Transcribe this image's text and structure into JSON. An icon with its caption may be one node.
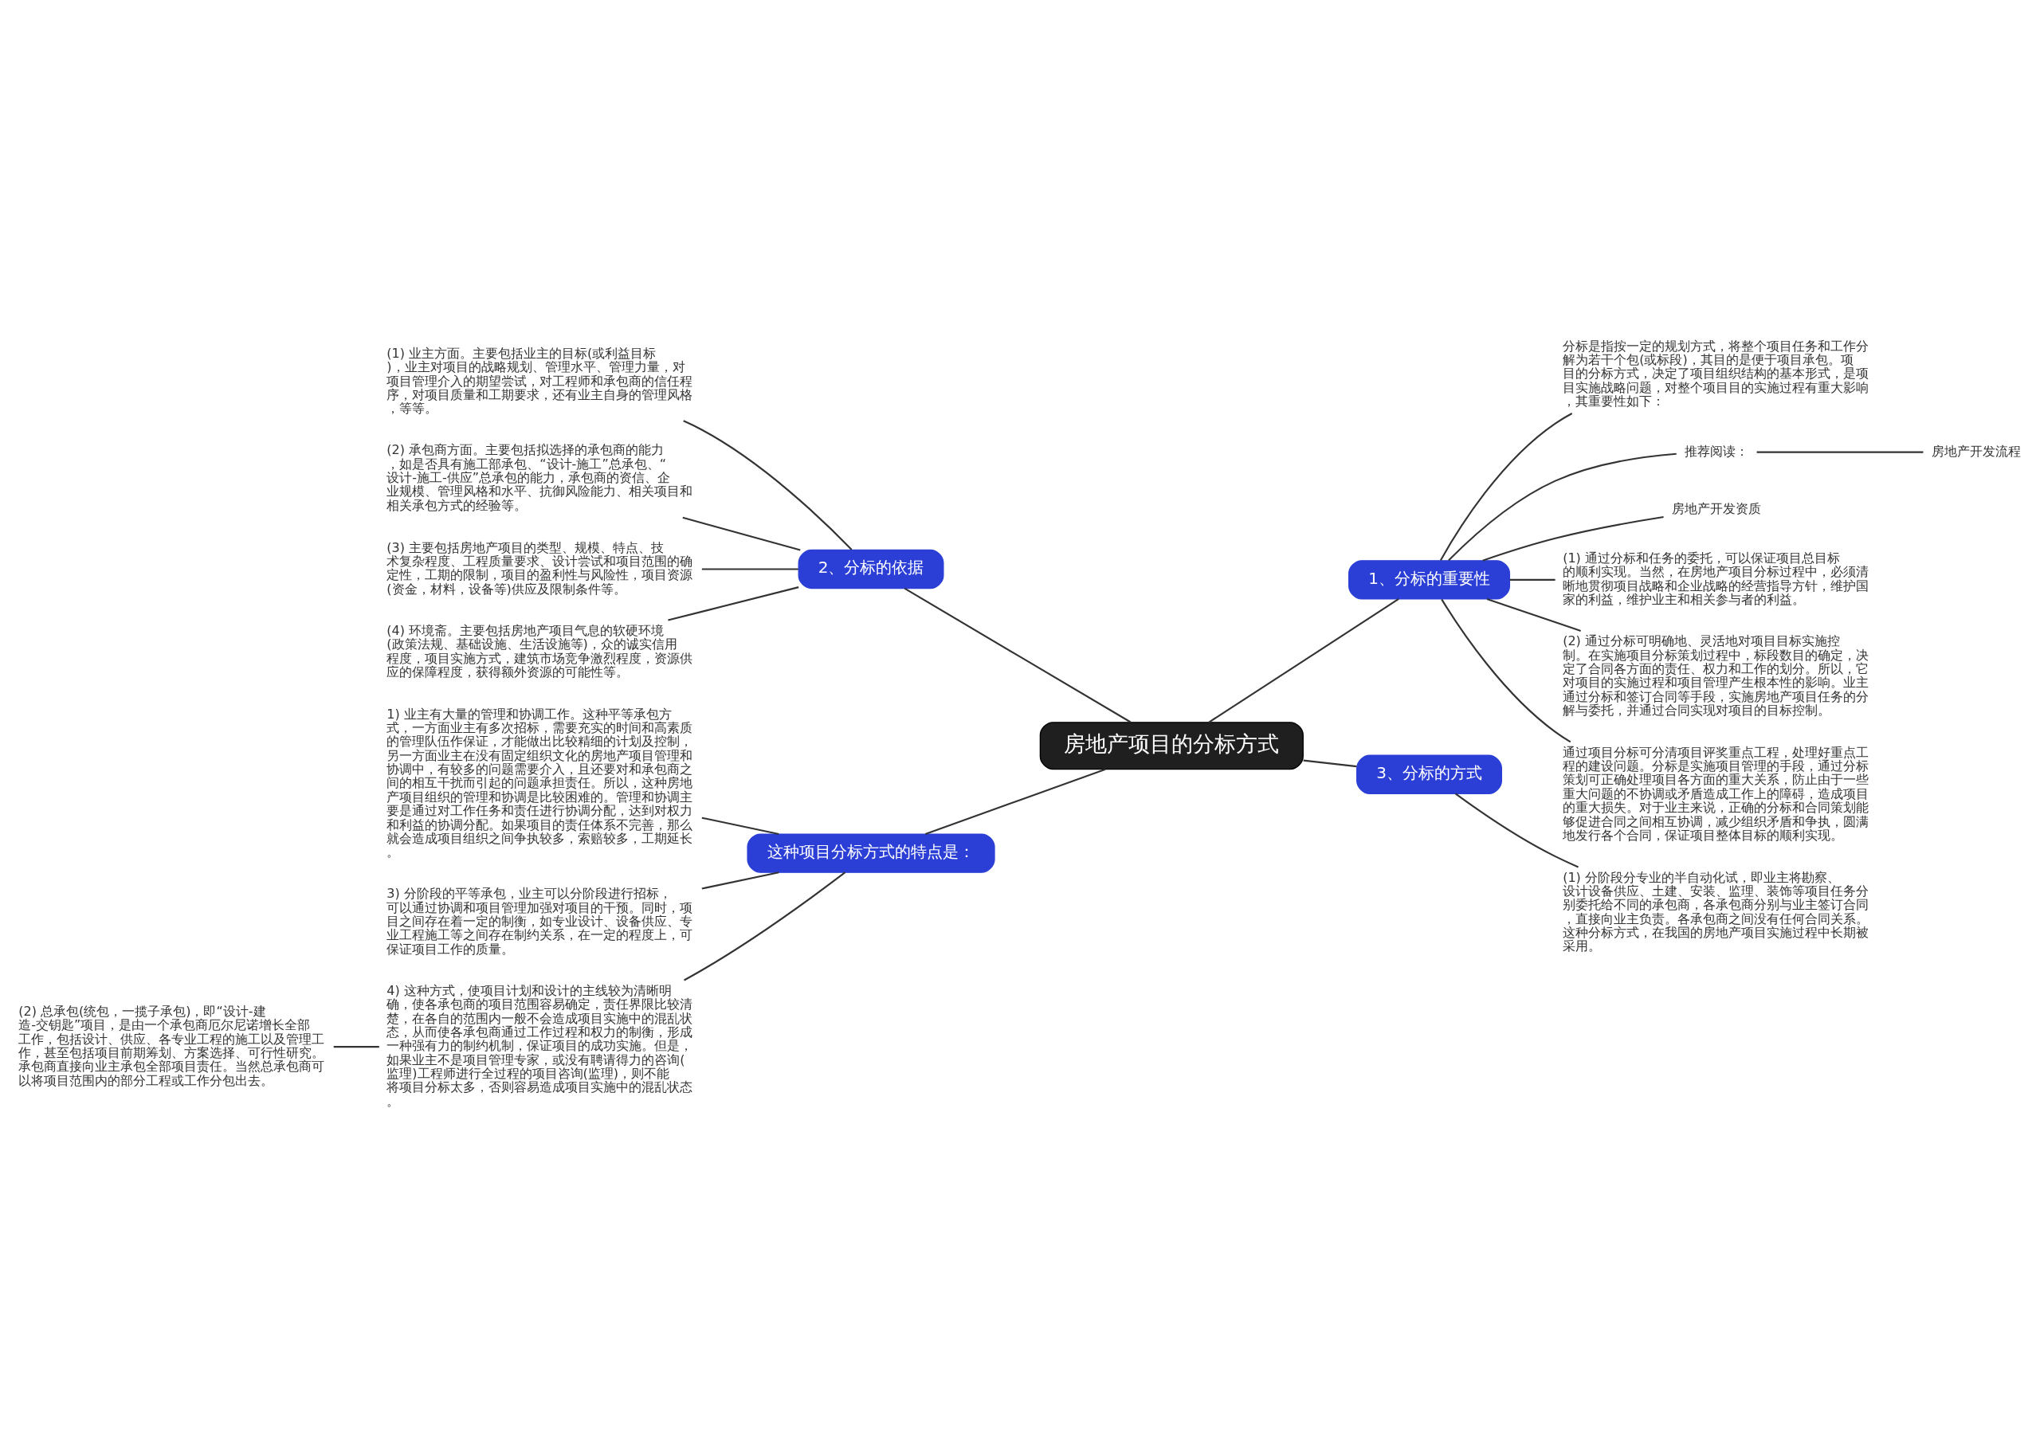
{
  "diagram": {
    "nodes": [
      {
        "text": [
          "房地产项目的分标方式"
        ]
      },
      {
        "text": [
          "1、分标的重要性"
        ]
      },
      {
        "text": [
          "分标是指按一定的规划方式，将整个项目任务和工作分解为若干个包(或标段)，其目的是便于项目承包。项目的分标方式，决定了项目组织结构的基本形式，是项目实施战略问题，对整个项目目的实施过程有重大影响，其重要性如下："
        ]
      },
      {
        "text": [
          "推荐阅读："
        ]
      },
      {
        "text": [
          "房地产开发流程"
        ]
      },
      {
        "text": [
          "房地产开发资质"
        ]
      },
      {
        "text": [
          "(1) 通过分标和任务的委托，可以保证项目总目标的顺利实现。当然，在房地产项目分标过程中，必须清晰地贯彻项目战略和企业战略的经营指导方针，维护国家的利益，维护业主和相关参与者的利益。"
        ]
      },
      {
        "text": [
          "(2) 通过分标可明确地、灵活地对项目目标实施控制。在实施项目分标策划过程中，标段数目的确定，决定了合同各方面的责任、权力和工作的划分。所以，它对项目的实施过程和项目管理产生根本性的影响。业主通过分标和签订合同等手段，实施房地产项目任务的分解与委托，并通过合同实现对项目的目标控制。"
        ]
      },
      {
        "text": [
          "通过项目分标可分清项目评奖重点工程，处理好重点工程的建设问题。分标是实施项目管理的手段，通过分标策划可正确处理项目各方面的重大关系，防止由于一些重大问题的不协调或矛盾造成工作上的障碍，造成项目的重大损失。对于业主来说，正确的分标和合同策划能够促进合同之间相互协调，减少组织矛盾和争执，圆满地发行各个合同，保证项目整体目标的顺利实现。"
        ]
      },
      {
        "text": [
          "3、分标的方式"
        ]
      },
      {
        "text": [
          "(1) 分阶段分专业的半自动化试，即业主将勘察、设计设备供应、土建、安装、监理、装饰等项目任务分别委托给不同的承包商，各承包商分别与业主签订合同，直接向业主负责。各承包商之间没有任何合同关系。这种分标方式，在我国的房地产项目实施过程中长期被采用。"
        ]
      },
      {
        "text": [
          "2、分标的依据"
        ]
      },
      {
        "text": [
          "(1) 业主方面。主要包括业主的目标(或利益目标)，业主对项目的战略规划、管理水平、管理力量，对项目管理介入的期望尝试，对工程师和承包商的信任程序，对项目质量和工期要求，还有业主自身的管理风格，等等。"
        ]
      },
      {
        "text": [
          "(2) 承包商方面。主要包括拟选择的承包商的能力，如是否具有施工部承包、“设计-施工”总承包、“设计-施工-供应”总承包的能力，承包商的资信、企业规模、管理风格和水平、抗御风险能力、相关项目和相关承包方式的经验等。"
        ]
      },
      {
        "text": [
          "(3) 主要包括房地产项目的类型、规模、特点、技术复杂程度、工程质量要求、设计尝试和项目范围的确定性，工期的限制，项目的盈利性与风险性，项目资源(资金，材料，设备等)供应及限制条件等。"
        ]
      },
      {
        "text": [
          "(4) 环境斋。主要包括房地产项目气息的软硬环境(政策法规、基础设施、生活设施等)，众的诚实信用程度，项目实施方式，建筑市场竞争激烈程度，资源供应的保障程度，获得额外资源的可能性等。"
        ]
      },
      {
        "text": [
          "这种项目分标方式的特点是："
        ]
      },
      {
        "text": [
          "1) 业主有大量的管理和协调工作。这种平等承包方式，一方面业主有多次招标，需要充实的时间和高素质的管理队伍作保证，才能做出比较精细的计划及控制，另一方面业主在没有固定组织文化的房地产项目管理和协调中，有较多的问题需要介入，且还要对和承包商之间的相互干扰而引起的问题承担责任。所以，这种房地产项目组织的管理和协调是比较困难的。管理和协调主要是通过对工作任务和责任进行协调分配，达到对权力和利益的协调分配。如果项目的责任体系不完善，那么就会造成项目组织之间争执较多，索赔较多，工期延长。"
        ]
      },
      {
        "text": [
          "3) 分阶段的平等承包，业主可以分阶段进行招标，可以通过协调和项目管理加强对项目的干预。同时，项目之间存在着一定的制衡，如专业设计、设备供应、专业工程施工等之间存在制约关系，在一定的程度上，可保证项目工作的质量。"
        ]
      },
      {
        "text": [
          "4) 这种方式，使项目计划和设计的主线较为清晰明确，使各承包商的项目范围容易确定，责任界限比较清楚，在各自的范围内一般不会造成项目实施中的混乱状态，从而使各承包商通过工作过程和权力的制衡，形成一种强有力的制约机制，保证项目的成功实施。但是，如果业主不是项目管理专家，或没有聘请得力的咨询(监理)工程师进行全过程的项目咨询(监理)，则不能将项目分标太多，否则容易造成项目实施中的混乱状态。"
        ]
      },
      {
        "text": [
          "(2) 总承包(统包，一揽子承包)，即“设计-建造-交钥匙”项目，是由一个承包商厄尔尼诺增长全部工作，包括设计、供应、各专业工程的施工以及管理工作，甚至包括项目前期筹划、方案选择、可行性研究。承包商直接向业主承包全部项目责任。当然总承包商可以将项目范围内的部分工程或工作分包出去。"
        ]
      }
    ],
    "edges": [
      {
        "from": 0,
        "to": 1,
        "arrow": "none"
      },
      {
        "from": 1,
        "to": 2,
        "arrow": "none"
      },
      {
        "from": 1,
        "to": 3,
        "arrow": "none"
      },
      {
        "from": 3,
        "to": 4,
        "arrow": "none"
      },
      {
        "from": 1,
        "to": 5,
        "arrow": "none"
      },
      {
        "from": 1,
        "to": 6,
        "arrow": "none"
      },
      {
        "from": 1,
        "to": 7,
        "arrow": "none"
      },
      {
        "from": 1,
        "to": 8,
        "arrow": "none"
      },
      {
        "from": 0,
        "to": 9,
        "arrow": "none"
      },
      {
        "from": 9,
        "to": 10,
        "arrow": "none"
      },
      {
        "from": 0,
        "to": 11,
        "arrow": "none"
      },
      {
        "from": 11,
        "to": 12,
        "arrow": "none"
      },
      {
        "from": 11,
        "to": 13,
        "arrow": "none"
      },
      {
        "from": 11,
        "to": 14,
        "arrow": "none"
      },
      {
        "from": 11,
        "to": 15,
        "arrow": "none"
      },
      {
        "from": 0,
        "to": 16,
        "arrow": "none"
      },
      {
        "from": 16,
        "to": 17,
        "arrow": "none"
      },
      {
        "from": 16,
        "to": 18,
        "arrow": "none"
      },
      {
        "from": 16,
        "to": 19,
        "arrow": "none"
      },
      {
        "from": 19,
        "to": 20,
        "arrow": "none"
      }
    ]
  }
}
